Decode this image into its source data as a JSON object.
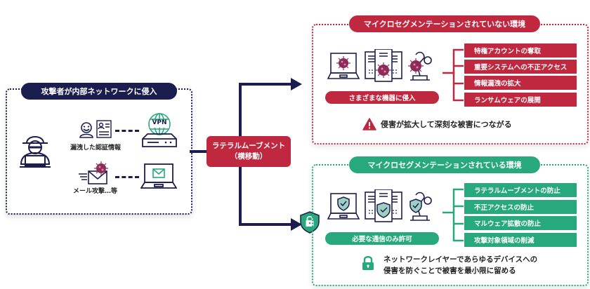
{
  "colors": {
    "navy": "#1b1d4e",
    "red": "#c0283f",
    "green": "#27a97d",
    "virus": "#8e2b58"
  },
  "attacker": {
    "title": "攻撃者が内部ネットワークに侵入",
    "leaked_credentials_label": "漏洩した認証情報",
    "email_attack_label": "メール攻撃…等",
    "vpn_label": "VPN"
  },
  "lateral": {
    "line1": "ラテラルムーブメント",
    "line2": "（横移動）"
  },
  "unsegmented": {
    "title": "マイクロセグメンテーションされていない環境",
    "devices_pill": "さまざまな機器に侵入",
    "effects": [
      "特権アカウントの奪取",
      "重要システムへの不正アクセス",
      "情報漏洩の拡大",
      "ランサムウェアの展開"
    ],
    "warning": "侵害が拡大して深刻な被害につながる"
  },
  "segmented": {
    "title": "マイクロセグメンテーションされている環境",
    "devices_pill": "必要な通信のみ許可",
    "effects": [
      "ラテラルムーブメントの防止",
      "不正アクセスの防止",
      "マルウェア拡散の防止",
      "攻撃対象領域の削減"
    ],
    "note_line1": "ネットワークレイヤーであらゆるデバイスへの",
    "note_line2": "侵害を防ぐことで被害を最小限に留める"
  }
}
